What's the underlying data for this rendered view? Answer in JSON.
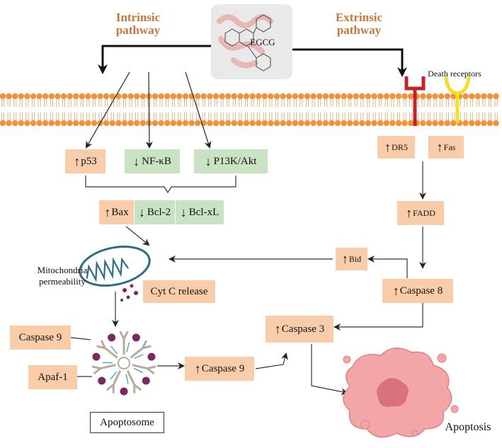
{
  "title_egcg": "EGCG",
  "intrinsic": {
    "line1": "Intrinsic",
    "line2": "pathway"
  },
  "extrinsic": {
    "line1": "Extrinsic",
    "line2": "pathway"
  },
  "death_receptors": "Death receptors",
  "nodes": {
    "p53": "p53",
    "nfkb": "NF-κB",
    "pi3k": "P13K/Akt",
    "bax": "Bax",
    "bcl2": "Bcl-2",
    "bclxl": "Bcl-xL",
    "dr5": "DR5",
    "fas": "Fas",
    "fadd": "FADD",
    "bid": "Bid",
    "caspase8": "Caspase 8",
    "caspase3": "Caspase 3",
    "cytc": "Cyt C release",
    "caspase9_left": "Caspase 9",
    "apaf1": "Apaf-1",
    "caspase9_right": "Caspase 9"
  },
  "mito": {
    "line1": "Mitochondria",
    "line2": "permeability"
  },
  "apoptosome": "Apoptosome",
  "apoptosis": "Apoptosis",
  "colors": {
    "membrane": "#f0923a",
    "receptor_red": "#c3222a",
    "receptor_yellow": "#f3df2a",
    "box_orange": "#f9cda9",
    "box_green": "#c9e2c4"
  }
}
